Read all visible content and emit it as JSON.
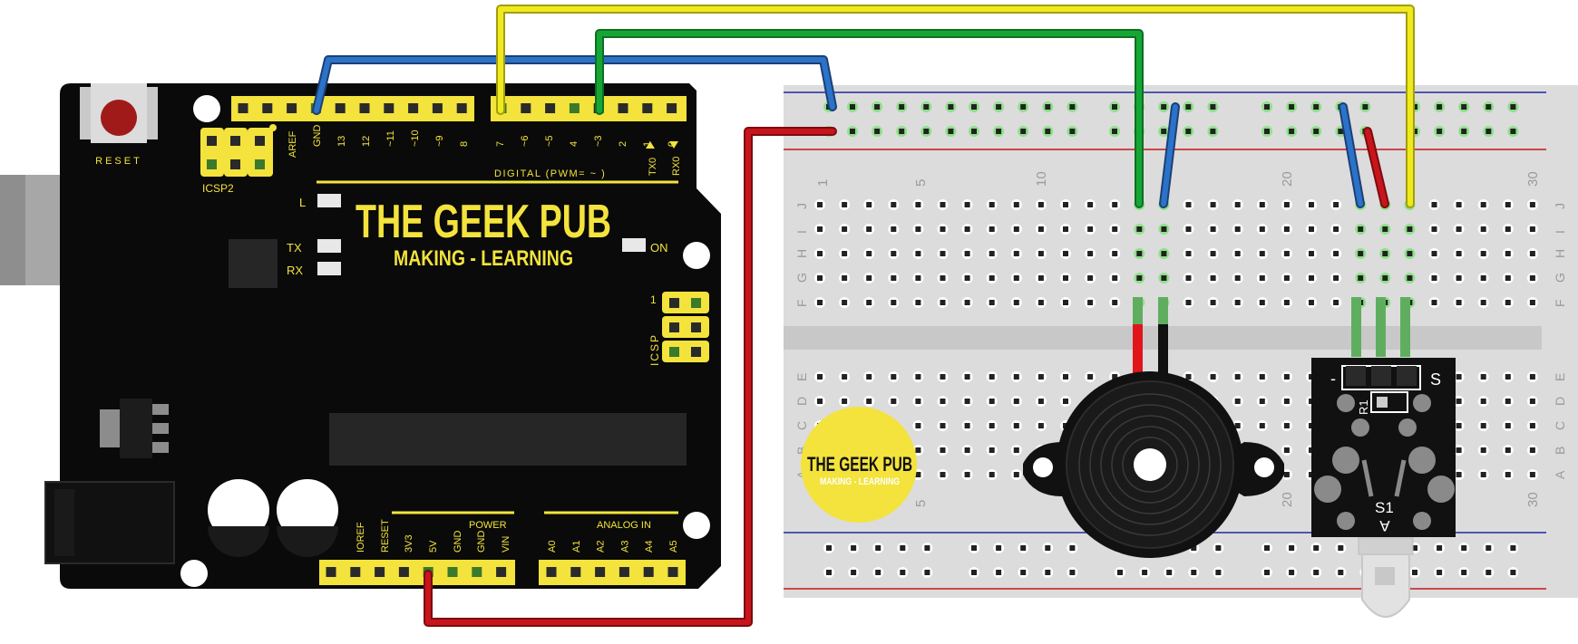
{
  "board": {
    "reset_label": "RESET",
    "icsp2_label": "ICSP2",
    "icsp_label": "ICSP",
    "icsp_pin1": "1",
    "digital_label": "DIGITAL (PWM= ~ )",
    "tx0": "TX0",
    "rx0": "RX0",
    "led_l": "L",
    "led_tx": "TX",
    "led_rx": "RX",
    "led_on": "ON",
    "brand_title": "THE GEEK PUB",
    "brand_sub": "MAKING - LEARNING",
    "power_label": "POWER",
    "analog_label": "ANALOG IN",
    "top_header_pins": [
      "AREF",
      "GND",
      "13",
      "12",
      "~11",
      "~10",
      "~9",
      "8",
      "7",
      "~6",
      "~5",
      "4",
      "~3",
      "2",
      "1",
      "0"
    ],
    "power_pins": [
      "IOREF",
      "RESET",
      "3V3",
      "5V",
      "GND",
      "GND",
      "VIN"
    ],
    "analog_pins": [
      "A0",
      "A1",
      "A2",
      "A3",
      "A4",
      "A5"
    ]
  },
  "breadboard": {
    "column_numbers": [
      "1",
      "5",
      "10",
      "20",
      "30"
    ],
    "rows_top": [
      "J",
      "I",
      "H",
      "G",
      "F"
    ],
    "rows_bottom": [
      "E",
      "D",
      "C",
      "B",
      "A"
    ]
  },
  "sticker": {
    "title": "THE GEEK PUB",
    "sub": "MAKING - LEARNING"
  },
  "sensor_module": {
    "minus": "-",
    "s": "S",
    "r1": "R1",
    "s1": "S1",
    "a": "A"
  },
  "colors": {
    "board": "#0a0a0a",
    "header": "#f3e33c",
    "breadboard": "#dcdcdc",
    "wire_blue": "#2b73c9",
    "wire_green": "#17a636",
    "wire_yellow": "#eeea1e",
    "wire_red": "#c8141b",
    "rail_blue": "#1e2a9e",
    "rail_red": "#c8141b"
  }
}
